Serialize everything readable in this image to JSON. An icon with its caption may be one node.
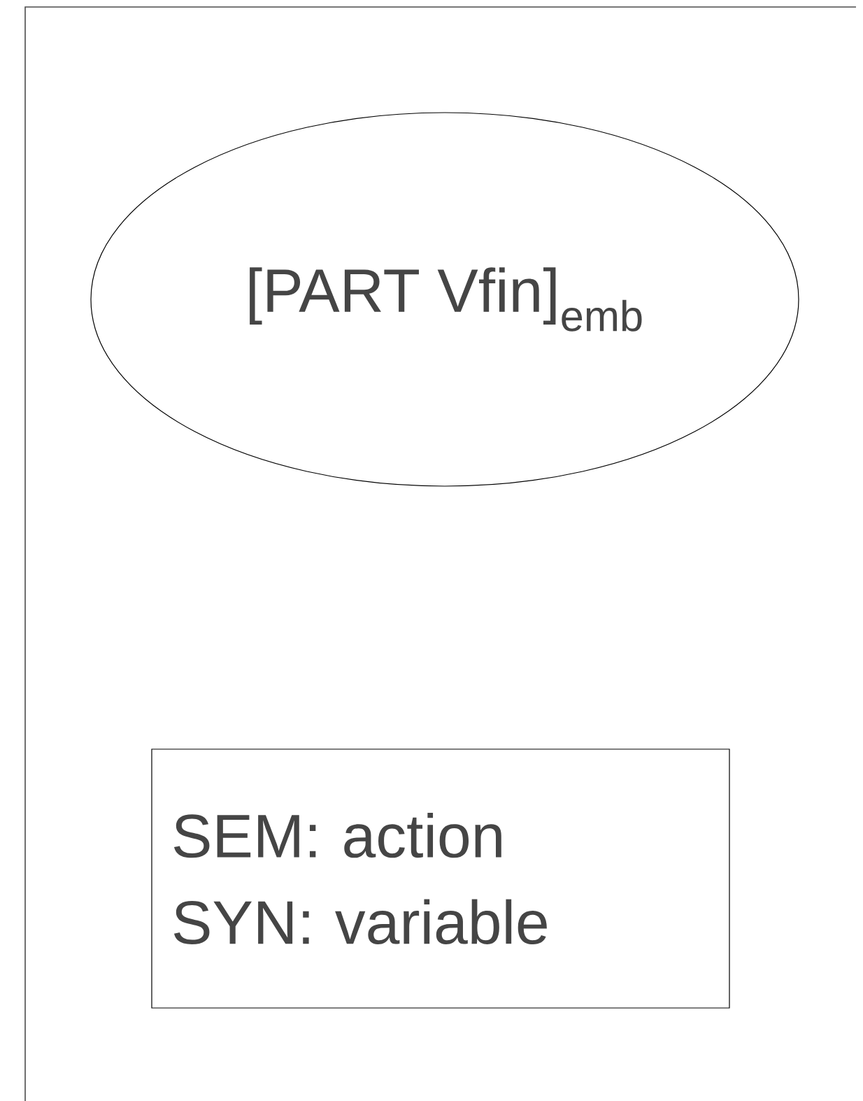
{
  "diagram": {
    "nodes": [
      {
        "text": [
          "[PART Vfin]$_{emb}$"
        ]
      },
      {
        "text": [
          "SEM: action",
          "SYN: variable"
        ]
      }
    ]
  }
}
